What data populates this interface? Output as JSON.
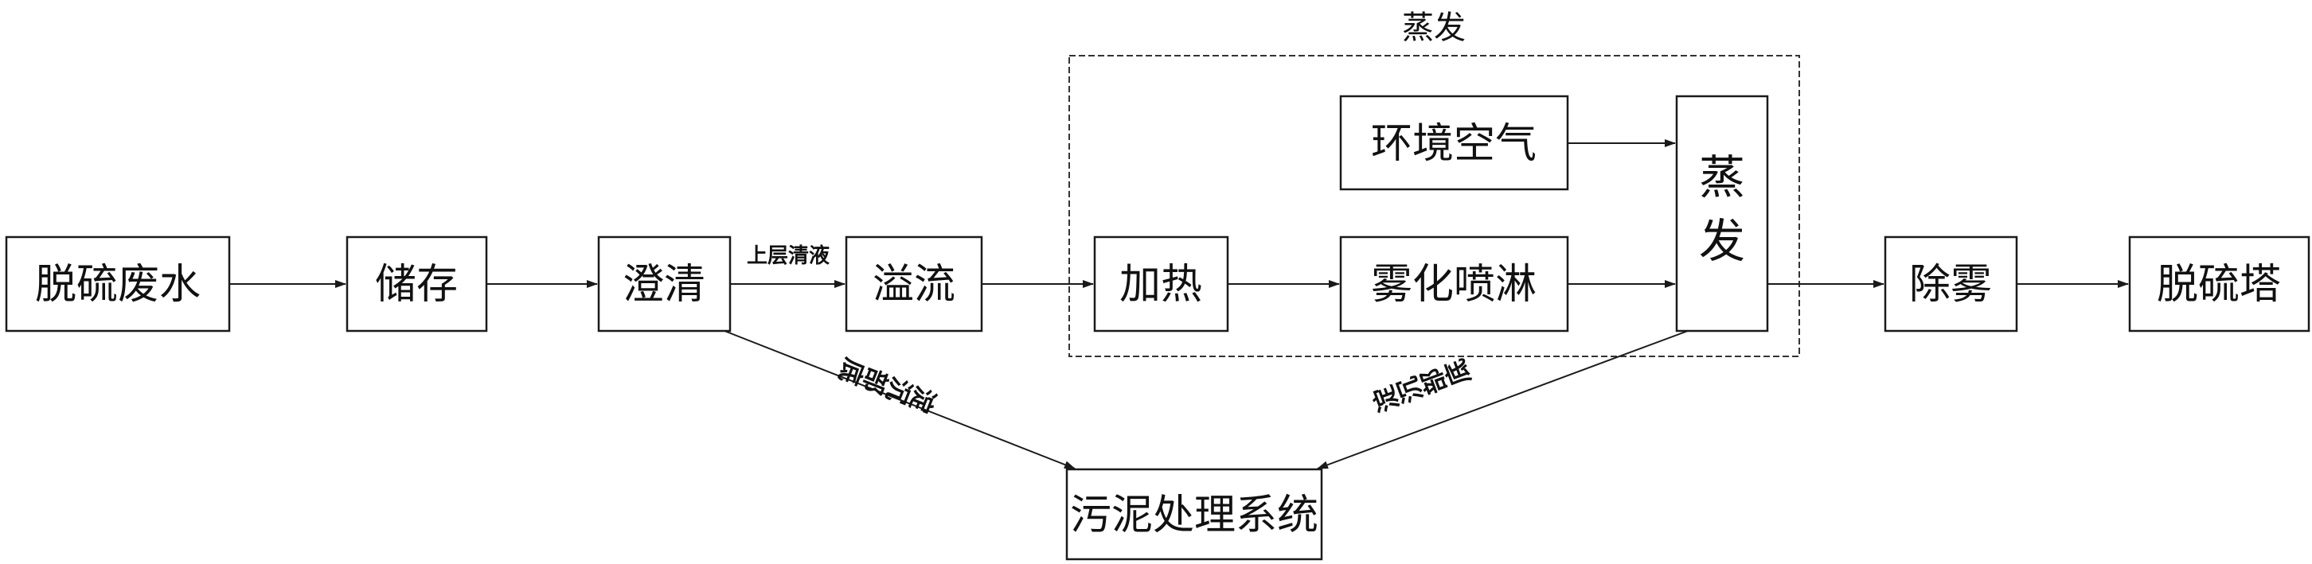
{
  "group": {
    "title": "蒸发"
  },
  "nodes": {
    "wastewater": "脱硫废水",
    "storage": "储存",
    "clarify": "澄清",
    "overflow": "溢流",
    "heating": "加热",
    "air": "环境空气",
    "spray": "雾化喷淋",
    "evaporate": [
      "蒸",
      "发"
    ],
    "demist": "除雾",
    "tower": "脱硫塔",
    "sludge": "污泥处理系统"
  },
  "edges": {
    "supernatant": "上层清液",
    "sediment_left": [
      "底",
      "部",
      "沉",
      "淀"
    ],
    "sediment_right": [
      "底",
      "部",
      "沉",
      "淀"
    ]
  }
}
